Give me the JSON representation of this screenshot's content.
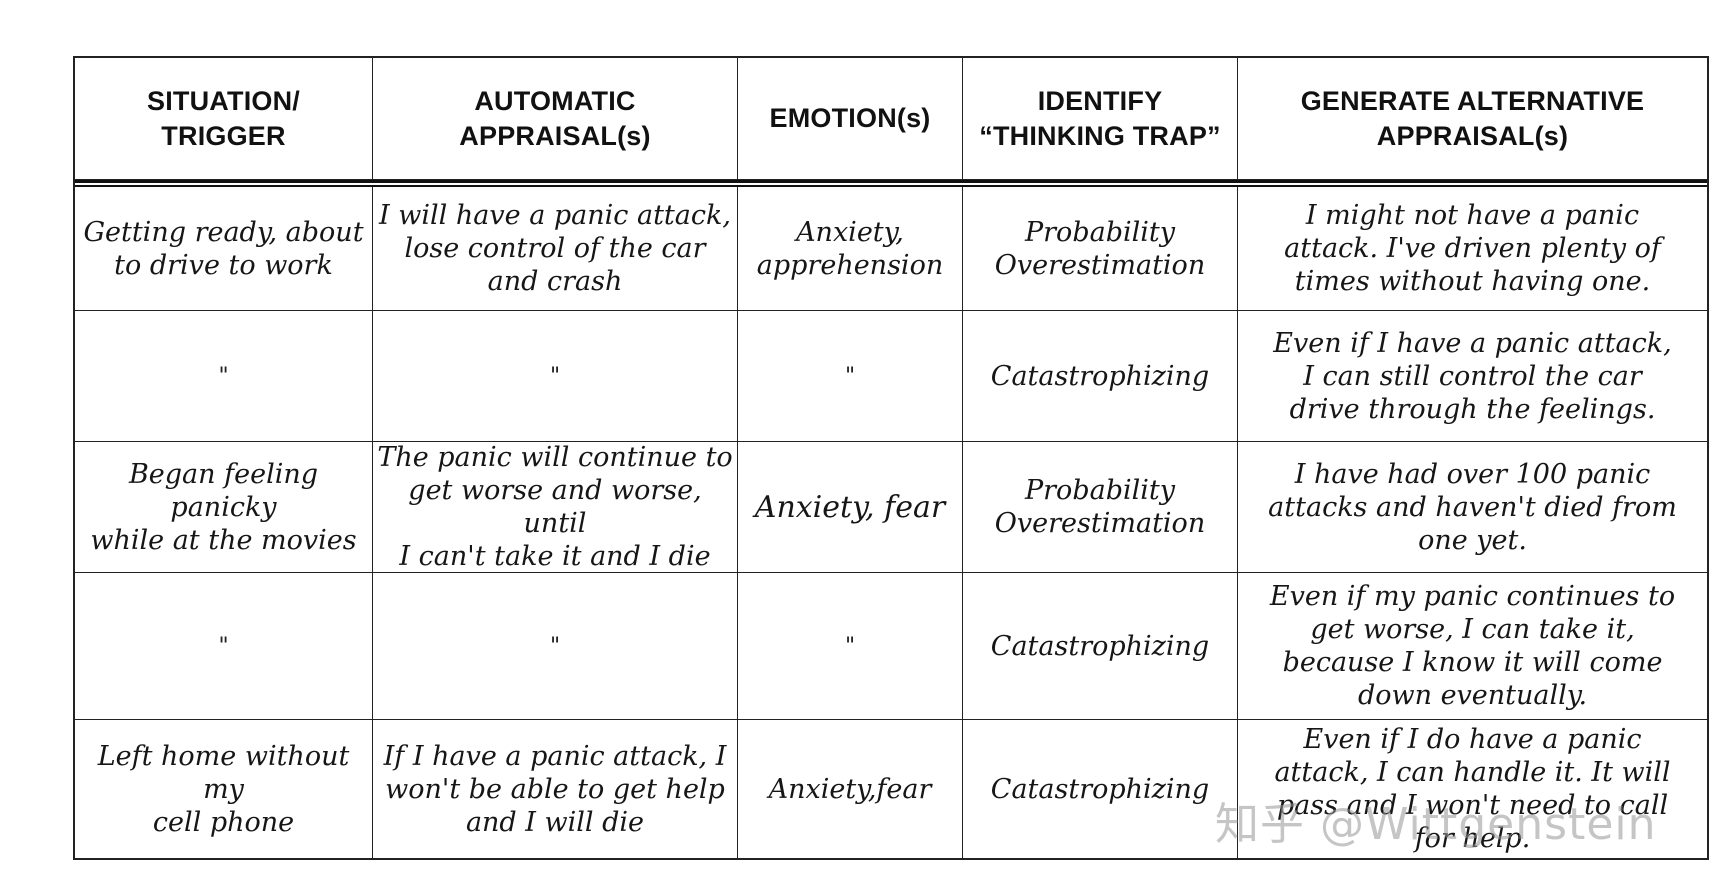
{
  "headers": [
    "SITUATION/\nTRIGGER",
    "AUTOMATIC\nAPPRAISAL(s)",
    "EMOTION(s)",
    "IDENTIFY\n“THINKING TRAP”",
    "GENERATE ALTERNATIVE\nAPPRAISAL(s)"
  ],
  "rows": [
    {
      "situation": "Getting ready, about\nto drive to work",
      "appraisal": "I will have a panic attack,\nlose control of the car\nand crash",
      "emotion": "Anxiety,\napprehension",
      "trap": "Probability\nOverestimation",
      "alternative": "I might not have a panic\nattack. I've driven plenty of\ntimes without  having one."
    },
    {
      "situation": "\"",
      "appraisal": "\"",
      "emotion": "\"",
      "trap": "Catastrophizing",
      "alternative": "Even if I have a panic attack,\nI can still control the car\ndrive through the feelings."
    },
    {
      "situation": "Began feeling panicky\nwhile at the movies",
      "appraisal": "The panic will continue to\nget worse and worse, until\nI can't take it and I die",
      "emotion": "Anxiety, fear",
      "trap": "Probability\nOverestimation",
      "alternative": "I have had over 100 panic\nattacks and haven't died from\none yet."
    },
    {
      "situation": "\"",
      "appraisal": "\"",
      "emotion": "\"",
      "trap": "Catastrophizing",
      "alternative": "Even if my panic continues to\nget  worse, I can take it,\nbecause I know it will come\ndown eventually."
    },
    {
      "situation": "Left home without my\ncell phone",
      "appraisal": "If I have a panic attack, I\nwon't be able to get help\nand I will die",
      "emotion": "Anxiety,fear",
      "trap": "Catastrophizing",
      "alternative": "Even if I do have a panic\nattack, I can handle it. It will\npass and I won't need to call\nfor help."
    }
  ],
  "watermark": "知乎 @Wittgenstein"
}
